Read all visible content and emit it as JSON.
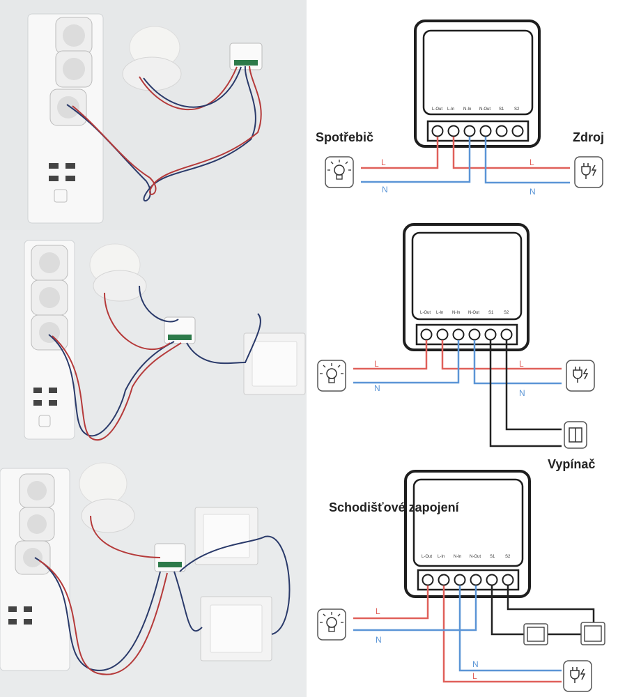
{
  "panels": [
    {
      "terminals": [
        "L-Out",
        "L-In",
        "N-In",
        "N-Out",
        "S1",
        "S2"
      ],
      "wire_labels": {
        "load_L": "L",
        "load_N": "N",
        "src_L": "L",
        "src_N": "N"
      },
      "labels": {
        "appliance": "Spotřebič",
        "source": "Zdroj"
      }
    },
    {
      "terminals": [
        "L-Out",
        "L-In",
        "N-In",
        "N-Out",
        "S1",
        "S2"
      ],
      "wire_labels": {
        "load_L": "L",
        "load_N": "N",
        "src_L": "L",
        "src_N": "N"
      },
      "labels": {
        "switch": "Vypínač"
      }
    },
    {
      "terminals": [
        "L-Out",
        "L-In",
        "N-In",
        "N-Out",
        "S1",
        "S2"
      ],
      "wire_labels": {
        "load_L": "L",
        "load_N": "N",
        "src_L": "L",
        "src_N": "N"
      },
      "labels": {
        "title": "Schodišťové zapojení"
      }
    }
  ],
  "colors": {
    "live": "#e0605a",
    "neutral": "#5b95d6",
    "switch_wire": "#222222",
    "module_border": "#1e1e1e",
    "photo_bg": "#e7e9ea"
  }
}
